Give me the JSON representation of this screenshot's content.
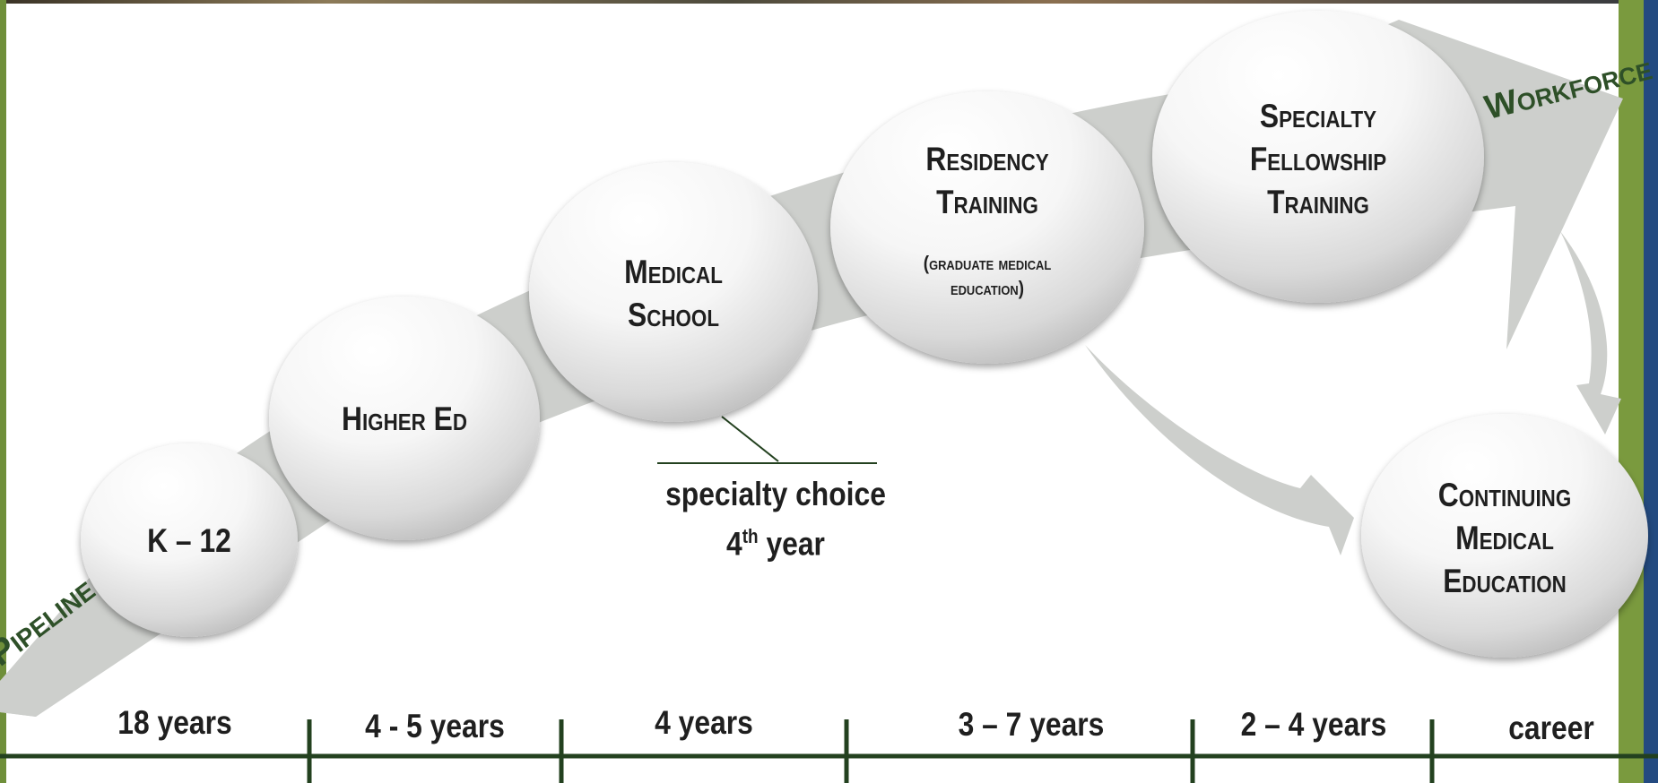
{
  "stages": {
    "k12": "K – 12",
    "higher_ed": "Higher Ed",
    "medical_school": [
      "Medical",
      "School"
    ],
    "residency": [
      "Residency",
      "Training"
    ],
    "residency_note": [
      "(graduate medical",
      "education)"
    ],
    "fellowship": [
      "Specialty",
      "Fellowship",
      "Training"
    ],
    "cme": [
      "Continuing",
      "Medical",
      "Education"
    ]
  },
  "flow": {
    "start_label": "Pipeline",
    "end_label": "Workforce"
  },
  "specialty_note": {
    "line1": "specialty choice",
    "ordinal_number": "4",
    "ordinal_suffix": "th",
    "line2_rest": " year"
  },
  "durations": [
    "18 years",
    "4 - 5 years",
    "4 years",
    "3 – 7  years",
    "2 – 4 years",
    "career"
  ],
  "colors": {
    "flow_gray": "#cdcfcc",
    "label_green": "#2e5028",
    "rule_green": "#23411f",
    "left_border": "#6f8f3a",
    "right_green": "#7a9a3e",
    "right_blue": "#234a80"
  }
}
